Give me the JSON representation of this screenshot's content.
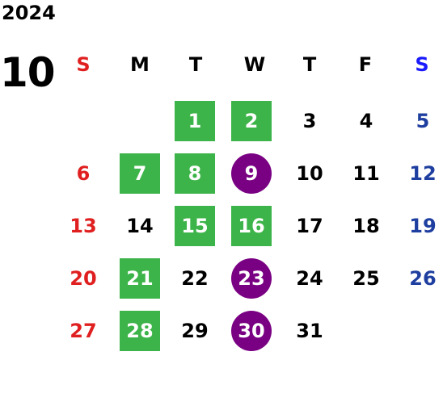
{
  "year": "2024",
  "month": "10",
  "weekdays": [
    {
      "label": "S",
      "color": "#e02020"
    },
    {
      "label": "M",
      "color": "#000000"
    },
    {
      "label": "T",
      "color": "#000000"
    },
    {
      "label": "W",
      "color": "#000000"
    },
    {
      "label": "T",
      "color": "#000000"
    },
    {
      "label": "F",
      "color": "#000000"
    },
    {
      "label": "S",
      "color": "#1a1aff"
    }
  ],
  "colors": {
    "green_highlight": "#3cb449",
    "purple_highlight": "#7a0083",
    "sunday": "#e02020",
    "saturday": "#1f3fa0"
  },
  "days": [
    {
      "day": "1",
      "highlight": "green"
    },
    {
      "day": "2",
      "highlight": "green"
    },
    {
      "day": "3",
      "highlight": "none"
    },
    {
      "day": "4",
      "highlight": "none"
    },
    {
      "day": "5",
      "highlight": "none"
    },
    {
      "day": "6",
      "highlight": "none"
    },
    {
      "day": "7",
      "highlight": "green"
    },
    {
      "day": "8",
      "highlight": "green"
    },
    {
      "day": "9",
      "highlight": "purple"
    },
    {
      "day": "10",
      "highlight": "none"
    },
    {
      "day": "11",
      "highlight": "none"
    },
    {
      "day": "12",
      "highlight": "none"
    },
    {
      "day": "13",
      "highlight": "none"
    },
    {
      "day": "14",
      "highlight": "none"
    },
    {
      "day": "15",
      "highlight": "green"
    },
    {
      "day": "16",
      "highlight": "green"
    },
    {
      "day": "17",
      "highlight": "none"
    },
    {
      "day": "18",
      "highlight": "none"
    },
    {
      "day": "19",
      "highlight": "none"
    },
    {
      "day": "20",
      "highlight": "none"
    },
    {
      "day": "21",
      "highlight": "green"
    },
    {
      "day": "22",
      "highlight": "none"
    },
    {
      "day": "23",
      "highlight": "purple"
    },
    {
      "day": "24",
      "highlight": "none"
    },
    {
      "day": "25",
      "highlight": "none"
    },
    {
      "day": "26",
      "highlight": "none"
    },
    {
      "day": "27",
      "highlight": "none"
    },
    {
      "day": "28",
      "highlight": "green"
    },
    {
      "day": "29",
      "highlight": "none"
    },
    {
      "day": "30",
      "highlight": "purple"
    },
    {
      "day": "31",
      "highlight": "none"
    }
  ]
}
